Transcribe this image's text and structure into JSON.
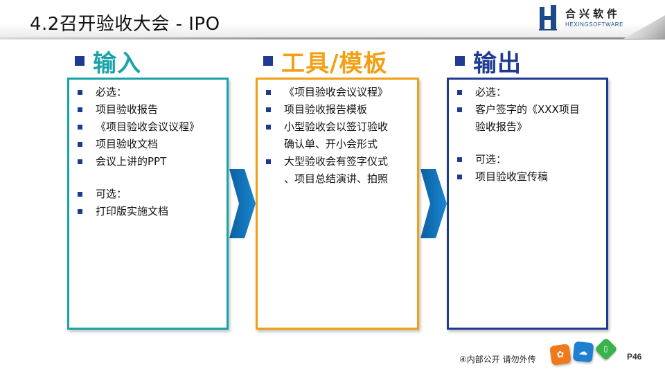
{
  "slide": {
    "title": "4.2召开验收大会 - IPO",
    "logo": {
      "cn": "合兴软件",
      "en": "HEXINGSOFTWARE"
    }
  },
  "colors": {
    "input": "#17a3a8",
    "tool": "#f2a012",
    "output": "#1f3a93",
    "bullet": "#1f3a93",
    "arrow": "#0e72b8"
  },
  "columns": [
    {
      "heading": "输入",
      "items": [
        "必选：",
        "项目验收报告",
        "《项目验收会议议程》",
        "项目验收文档",
        "会议上讲的PPT",
        "",
        "可选：",
        "打印版实施文档"
      ]
    },
    {
      "heading": "工具/模板",
      "items": [
        "《项目验收会议议程》",
        "项目验收报告模板",
        "小型验收会以签订验收\n确认单、开小会形式",
        "大型验收会有签字仪式\n、项目总结演讲、拍照"
      ]
    },
    {
      "heading": "输出",
      "items": [
        "必选：",
        "客户签字的《XXX项目\n验收报告》",
        "",
        "可选：",
        "项目验收宣传稿"
      ]
    }
  ],
  "footer": {
    "notice": "④内部公开 请勿外传",
    "page": "P46",
    "icons": [
      "flower-icon",
      "cloud-icon",
      "document-icon"
    ]
  }
}
